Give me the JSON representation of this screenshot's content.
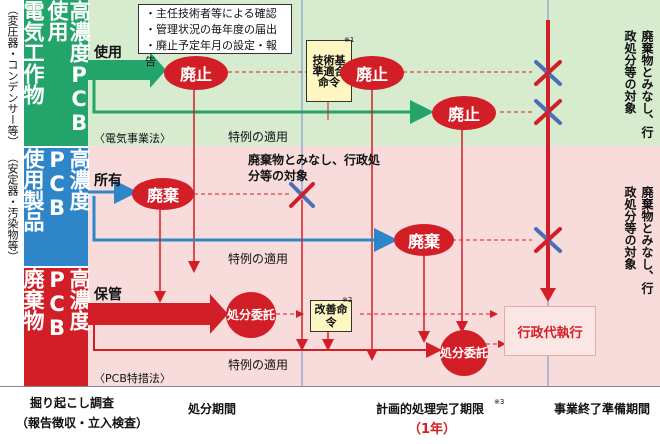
{
  "side_labels": {
    "top": "（変圧器・コンデンサー等）",
    "bottom": "（安定器・汚染物等）"
  },
  "categories": [
    {
      "id": "electrical",
      "lines": [
        "高濃度PCB使用",
        "電気工作物"
      ],
      "color": "#22a46a"
    },
    {
      "id": "products",
      "lines": [
        "高濃度PCB",
        "使用製品"
      ],
      "color": "#2e86c9"
    },
    {
      "id": "waste",
      "lines": [
        "高濃度PCB",
        "廃棄物"
      ],
      "color": "#d21e26"
    }
  ],
  "notes_box": {
    "items": [
      "・主任技術者等による確認",
      "・管理状況の毎年度の届出",
      "・廃止予定年月の設定・報告"
    ]
  },
  "row1": {
    "action": "使用",
    "node1": "廃止",
    "order": "技術基準適合命令",
    "order_mark": "※1",
    "node2": "廃止",
    "node3": "廃止",
    "exception": "特例の適用",
    "law": "〈電気事業法〉",
    "right_note": "廃棄物とみなし、行政処分等の対象"
  },
  "row2": {
    "action": "所有",
    "node1": "廃棄",
    "node2": "廃棄",
    "middle_note": "廃棄物とみなし、行政処分等の対象",
    "exception": "特例の適用",
    "right_note": "廃棄物とみなし、行政処分等の対象"
  },
  "row3": {
    "action": "保管",
    "node1": "処分委託",
    "order": "改善命令",
    "order_mark": "※2",
    "node2": "処分委託",
    "exception": "特例の適用",
    "law": "〈PCB特措法〉",
    "exec": "行政代執行"
  },
  "footer": {
    "survey": "掘り起こし調査",
    "survey_sub": "（報告徴収・立入検査）",
    "period": "処分期間",
    "deadline": "計画的処理完了期限",
    "deadline_mark": "※3",
    "one_year": "（1年）",
    "prep": "事業終了準備期間"
  },
  "colors": {
    "red": "#d21e26",
    "blue": "#2e86c9",
    "green": "#22a46a",
    "cross_red": "#d21e26",
    "cross_blue": "#4a6fb8"
  }
}
